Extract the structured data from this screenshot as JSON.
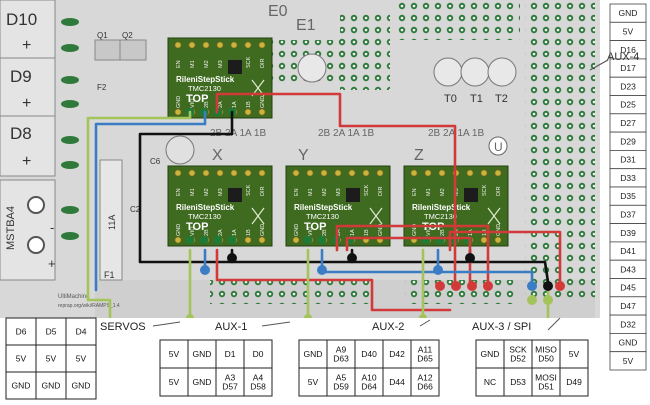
{
  "colors": {
    "pcb": "#d8d8d8",
    "driver": "#3e6b1f",
    "pad_green": "#1f7a35",
    "pin": "#c9b43b",
    "wire_red": "#d23a3a",
    "wire_black": "#111111",
    "wire_blue": "#3b7dc4",
    "wire_lime": "#a3c45a"
  },
  "terminals": {
    "d10": "D10",
    "d9": "D9",
    "d8": "D8",
    "plus": "+",
    "mstba": "MSTBA4",
    "minus": "-"
  },
  "driver": {
    "brand": "RileniStepStick",
    "model": "TMC2130",
    "top": "TOP",
    "pins_top": [
      "EN",
      "M1",
      "M2",
      "M3",
      "CS",
      "SCK",
      "DIR"
    ],
    "pins_bottom": [
      "GND",
      "VIO",
      "2B",
      "2A",
      "1A",
      "1B",
      "GND"
    ]
  },
  "axis_labels": {
    "x": "X",
    "y": "Y",
    "z": "Z",
    "e0": "E0",
    "e1": "E1",
    "u": "U"
  },
  "coil_labels": [
    "2B 2A 1A 1B",
    "2B 2A 1A 1B",
    "2B 2A 1A 1B"
  ],
  "parts": {
    "t1": "T1",
    "t2": "T2",
    "t0": "T0",
    "q1": "Q1",
    "q2": "Q2",
    "c2": "C2",
    "c6": "C6",
    "f1": "F1",
    "f2": "F2",
    "val_11a": "11A",
    "credit_1": "UltiMachine",
    "credit_2": "reprap.org/wiki/RAMPS_1.4"
  },
  "aux4": {
    "title": "AUX-4",
    "pins": [
      "GND",
      "5V",
      "D16",
      "D17",
      "D23",
      "D25",
      "D27",
      "D29",
      "D31",
      "D33",
      "D35",
      "D37",
      "D39",
      "D41",
      "D43",
      "D45",
      "D47",
      "D32",
      "GND",
      "5V"
    ]
  },
  "bottom_labels": {
    "servos": "SERVOS",
    "aux1": "AUX-1",
    "aux2": "AUX-2",
    "aux3": "AUX-3 / SPI"
  },
  "servo_grid": {
    "rows": [
      [
        "D6",
        "D5",
        "D4"
      ],
      [
        "5V",
        "5V",
        "5V"
      ],
      [
        "GND",
        "GND",
        "GND"
      ]
    ]
  },
  "aux1_grid": {
    "rows": [
      [
        "5V",
        "GND",
        "D1",
        "D0"
      ],
      [
        "5V",
        "GND",
        "A3\nD57",
        "A4\nD58"
      ]
    ]
  },
  "aux2_grid": {
    "rows": [
      [
        "GND",
        "A9\nD63",
        "D40",
        "D42",
        "A11\nD65"
      ],
      [
        "5V",
        "A5\nD59",
        "A10\nD64",
        "D44",
        "A12\nD66"
      ]
    ]
  },
  "aux3_grid": {
    "rows": [
      [
        "GND",
        "SCK\nD52",
        "MISO\nD50",
        "5V"
      ],
      [
        "NC",
        "D53",
        "MOSI\nD51",
        "D49"
      ]
    ]
  }
}
